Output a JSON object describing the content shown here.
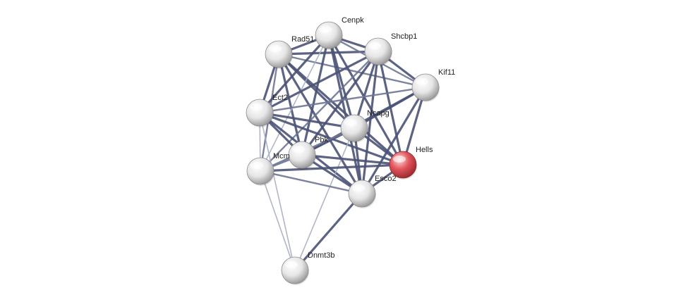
{
  "network": {
    "nodes": [
      {
        "id": "Cenpk",
        "label": "Cenpk",
        "query": false
      },
      {
        "id": "Rad51",
        "label": "Rad51",
        "query": false
      },
      {
        "id": "Shcbp1",
        "label": "Shcbp1",
        "query": false
      },
      {
        "id": "Kif11",
        "label": "Kif11",
        "query": false
      },
      {
        "id": "Ect2",
        "label": "Ect2",
        "query": false
      },
      {
        "id": "Ncapg",
        "label": "Ncapg",
        "query": false
      },
      {
        "id": "Pbk",
        "label": "Pbk",
        "query": false
      },
      {
        "id": "Mcm",
        "label": "Mcm",
        "query": false
      },
      {
        "id": "Hells",
        "label": "Hells",
        "query": true
      },
      {
        "id": "Esco2",
        "label": "Esco2",
        "query": false
      },
      {
        "id": "Dnmt3b",
        "label": "Dnmt3b",
        "query": false
      }
    ],
    "edges": [
      {
        "a": "Rad51",
        "b": "Cenpk",
        "strength": "strong"
      },
      {
        "a": "Rad51",
        "b": "Shcbp1",
        "strength": "strong"
      },
      {
        "a": "Rad51",
        "b": "Kif11",
        "strength": "medium"
      },
      {
        "a": "Rad51",
        "b": "Ect2",
        "strength": "strong"
      },
      {
        "a": "Rad51",
        "b": "Ncapg",
        "strength": "strong"
      },
      {
        "a": "Rad51",
        "b": "Pbk",
        "strength": "strong"
      },
      {
        "a": "Rad51",
        "b": "Mcm",
        "strength": "medium"
      },
      {
        "a": "Rad51",
        "b": "Hells",
        "strength": "strong"
      },
      {
        "a": "Rad51",
        "b": "Esco2",
        "strength": "strong"
      },
      {
        "a": "Cenpk",
        "b": "Shcbp1",
        "strength": "strong"
      },
      {
        "a": "Cenpk",
        "b": "Kif11",
        "strength": "medium"
      },
      {
        "a": "Cenpk",
        "b": "Ect2",
        "strength": "strong"
      },
      {
        "a": "Cenpk",
        "b": "Ncapg",
        "strength": "strong"
      },
      {
        "a": "Cenpk",
        "b": "Pbk",
        "strength": "strong"
      },
      {
        "a": "Cenpk",
        "b": "Mcm",
        "strength": "weak"
      },
      {
        "a": "Cenpk",
        "b": "Hells",
        "strength": "strong"
      },
      {
        "a": "Cenpk",
        "b": "Esco2",
        "strength": "strong"
      },
      {
        "a": "Shcbp1",
        "b": "Kif11",
        "strength": "strong"
      },
      {
        "a": "Shcbp1",
        "b": "Ect2",
        "strength": "strong"
      },
      {
        "a": "Shcbp1",
        "b": "Ncapg",
        "strength": "strong"
      },
      {
        "a": "Shcbp1",
        "b": "Pbk",
        "strength": "strong"
      },
      {
        "a": "Shcbp1",
        "b": "Mcm",
        "strength": "medium"
      },
      {
        "a": "Shcbp1",
        "b": "Hells",
        "strength": "strong"
      },
      {
        "a": "Shcbp1",
        "b": "Esco2",
        "strength": "strong"
      },
      {
        "a": "Kif11",
        "b": "Ect2",
        "strength": "medium"
      },
      {
        "a": "Kif11",
        "b": "Ncapg",
        "strength": "strong"
      },
      {
        "a": "Kif11",
        "b": "Pbk",
        "strength": "strong"
      },
      {
        "a": "Kif11",
        "b": "Hells",
        "strength": "strong"
      },
      {
        "a": "Kif11",
        "b": "Esco2",
        "strength": "strong"
      },
      {
        "a": "Ect2",
        "b": "Ncapg",
        "strength": "strong"
      },
      {
        "a": "Ect2",
        "b": "Pbk",
        "strength": "strong"
      },
      {
        "a": "Ect2",
        "b": "Mcm",
        "strength": "weak"
      },
      {
        "a": "Ect2",
        "b": "Hells",
        "strength": "strong"
      },
      {
        "a": "Ect2",
        "b": "Esco2",
        "strength": "strong"
      },
      {
        "a": "Ect2",
        "b": "Dnmt3b",
        "strength": "weak"
      },
      {
        "a": "Ncapg",
        "b": "Pbk",
        "strength": "strong"
      },
      {
        "a": "Ncapg",
        "b": "Mcm",
        "strength": "medium"
      },
      {
        "a": "Ncapg",
        "b": "Hells",
        "strength": "strong"
      },
      {
        "a": "Ncapg",
        "b": "Esco2",
        "strength": "strong"
      },
      {
        "a": "Ncapg",
        "b": "Dnmt3b",
        "strength": "weak"
      },
      {
        "a": "Pbk",
        "b": "Mcm",
        "strength": "medium"
      },
      {
        "a": "Pbk",
        "b": "Hells",
        "strength": "strong"
      },
      {
        "a": "Pbk",
        "b": "Esco2",
        "strength": "strong"
      },
      {
        "a": "Mcm",
        "b": "Hells",
        "strength": "strong"
      },
      {
        "a": "Mcm",
        "b": "Esco2",
        "strength": "medium"
      },
      {
        "a": "Mcm",
        "b": "Dnmt3b",
        "strength": "weak"
      },
      {
        "a": "Hells",
        "b": "Esco2",
        "strength": "strong"
      },
      {
        "a": "Esco2",
        "b": "Dnmt3b",
        "strength": "strong"
      }
    ]
  },
  "colors": {
    "edge_strong": "#4a5275",
    "edge_medium": "#6e7594",
    "edge_weak": "#a8adc2",
    "node_default": "#e8e8e8",
    "node_query": "#e2555b",
    "label": "#222222",
    "background": "#ffffff"
  }
}
